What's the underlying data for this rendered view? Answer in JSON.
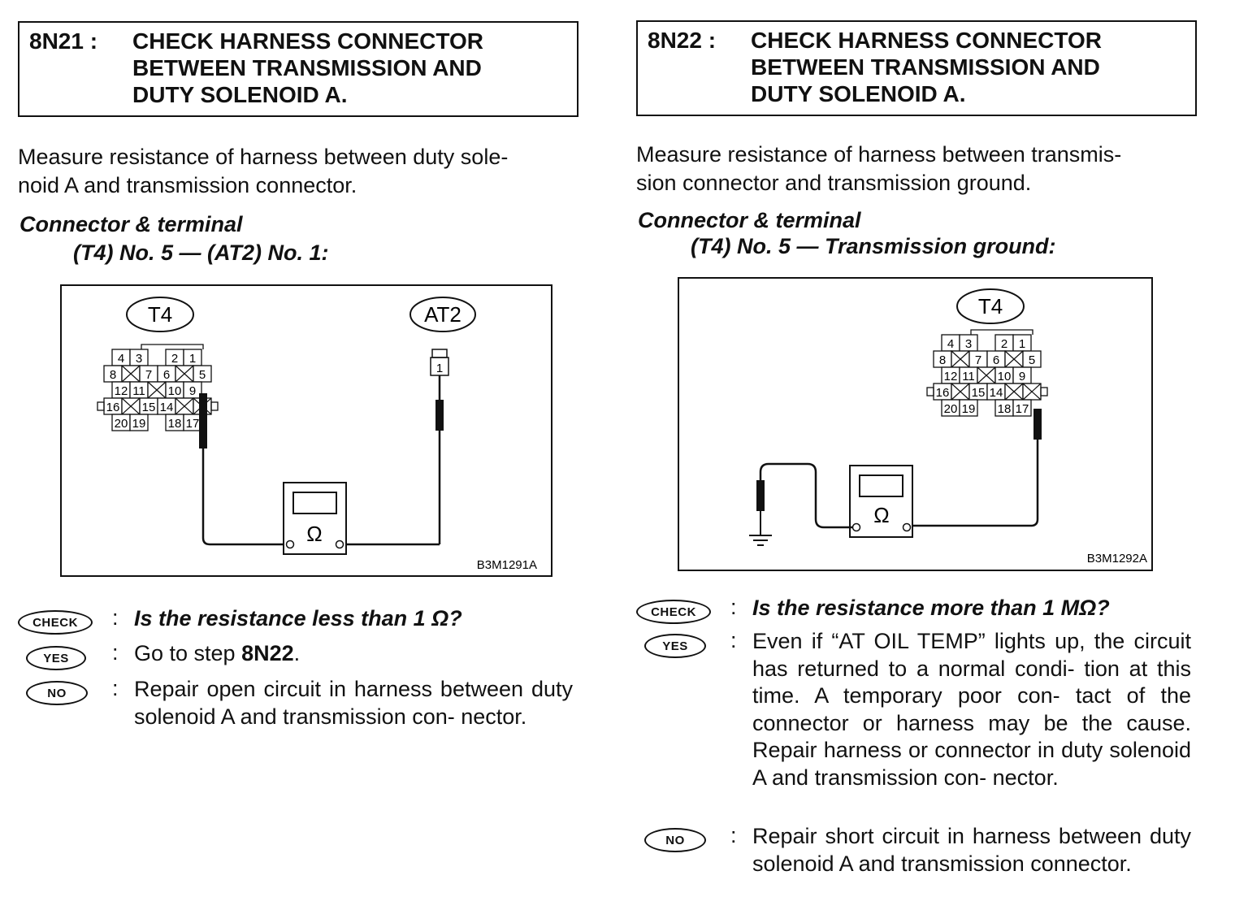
{
  "left": {
    "step_id": "8N21 :",
    "step_title": "CHECK HARNESS CONNECTOR\nBETWEEN TRANSMISSION AND\nDUTY SOLENOID A.",
    "measure": "Measure resistance of harness between duty sole-\nnoid A and transmission connector.",
    "connector_heading": "Connector & terminal",
    "connector_spec": "(T4) No. 5 — (AT2) No. 1:",
    "diagram": {
      "label_t4": "T4",
      "label_at2": "AT2",
      "at2_pin": "1",
      "meter_symbol": "Ω",
      "figure_code": "B3M1291A"
    },
    "check_badge": "CHECK",
    "yes_badge": "YES",
    "no_badge": "NO",
    "question": "Is the resistance less than 1 Ω?",
    "yes_prefix": "Go to step ",
    "yes_step": "8N22",
    "yes_suffix": ".",
    "no_text": "Repair open circuit in harness between duty solenoid A and transmission con- nector."
  },
  "right": {
    "step_id": "8N22 :",
    "step_title": "CHECK HARNESS CONNECTOR\nBETWEEN TRANSMISSION AND\nDUTY SOLENOID A.",
    "measure": "Measure resistance of harness between transmis-\nsion connector and transmission ground.",
    "connector_heading": "Connector & terminal",
    "connector_spec": "(T4) No. 5 — Transmission ground:",
    "diagram": {
      "label_t4": "T4",
      "meter_symbol": "Ω",
      "figure_code": "B3M1292A"
    },
    "check_badge": "CHECK",
    "yes_badge": "YES",
    "no_badge": "NO",
    "question": "Is the resistance more than 1 MΩ?",
    "yes_text": "Even if “AT OIL TEMP” lights up, the circuit has returned to a normal condi- tion at this time. A temporary poor con- tact of the connector or harness may be the cause. Repair harness or connector in duty solenoid A and transmission con- nector.",
    "no_text": "Repair short circuit in harness between duty solenoid A and transmission connector."
  },
  "connector_pins": {
    "row1": [
      "4",
      "3",
      "2",
      "1"
    ],
    "row2": [
      "8",
      "7",
      "6",
      "5"
    ],
    "row3": [
      "12",
      "11",
      "10",
      "9"
    ],
    "row4": [
      "16",
      "15",
      "14"
    ],
    "row5": [
      "20",
      "19",
      "18",
      "17"
    ]
  }
}
